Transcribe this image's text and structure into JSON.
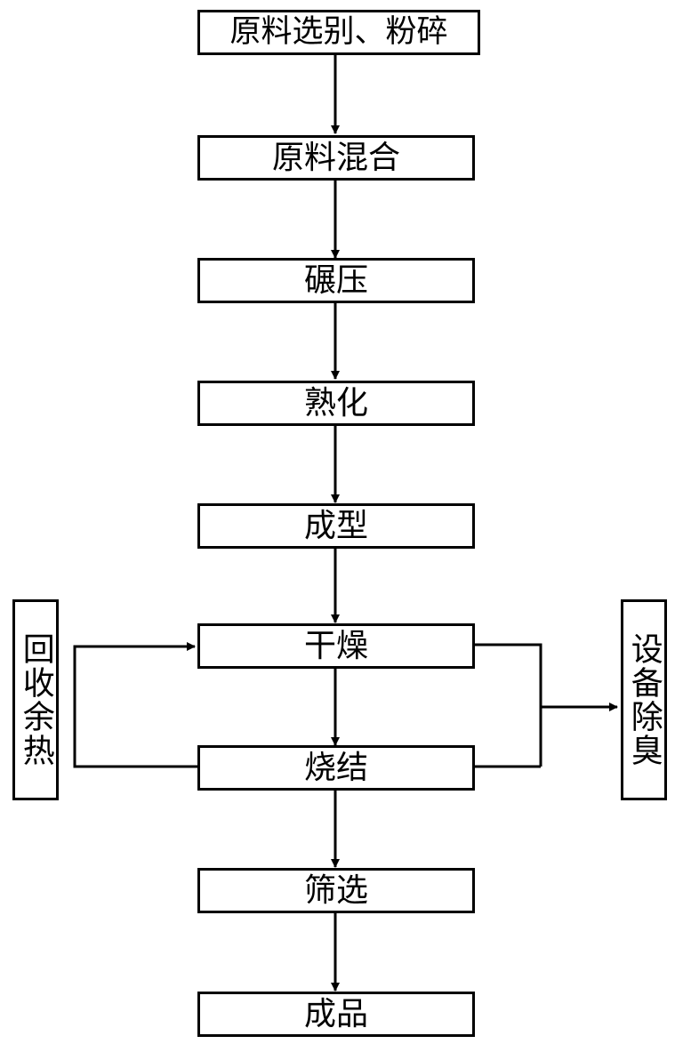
{
  "steps": [
    "原料选别、粉碎",
    "原料混合",
    "碾压",
    "熟化",
    "成型",
    "干燥",
    "烧结",
    "筛选",
    "成品"
  ],
  "side": {
    "heat_recovery": "回收余热",
    "deodorize": "设备除臭"
  },
  "colors": {
    "line": "#000000",
    "box_border": "#000000",
    "background": "#ffffff"
  }
}
